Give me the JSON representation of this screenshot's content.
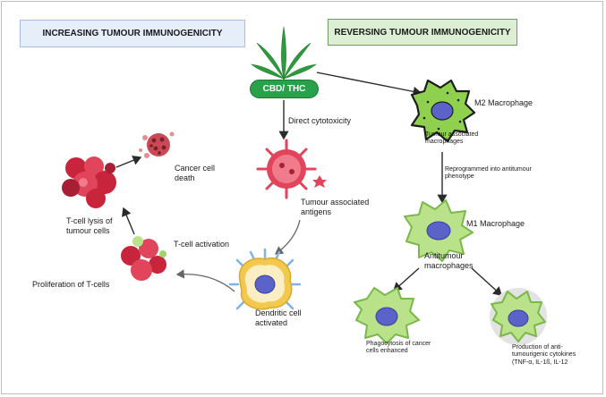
{
  "headers": {
    "left": "INCREASING TUMOUR IMMUNOGENICITY",
    "right": "REVERSING TUMOUR IMMUNOGENICITY"
  },
  "center": {
    "drug": "CBD/ THC",
    "direct_cytotoxicity": "Direct cytotoxicity",
    "tumour_antigens": "Tumour associated antigens"
  },
  "left_side": {
    "cancer_cell_death": "Cancer cell death",
    "t_cell_lysis": "T-cell lysis of tumour cells",
    "t_cell_activation": "T-cell activation",
    "proliferation": "Proliferation of T-cells",
    "dendritic_cell": "Dendritic cell activated"
  },
  "right_side": {
    "m2_macrophage": "M2 Macrophage",
    "tumour_macrophages": "Tumour associated macrophages",
    "reprogrammed": "Reprogrammed into antitumour phenotype",
    "m1_macrophage": "M1 Macrophage",
    "antitumour_macrophages": "Antitumour macrophages",
    "phagocytosis": "Phagocytosis of cancer cells enhanced",
    "production": "Production of anti-tumourigenic cytokines (TNF-α, IL-1ß, IL-12"
  },
  "colors": {
    "leaf": "#2e9a3e",
    "drug_pill": "#27a24a",
    "m2_fill": "#8fd14f",
    "m1_fill": "#b9e28a",
    "nucleus": "#5b63c9",
    "tumour": "#e0455c",
    "dendritic": "#f2c94c"
  }
}
